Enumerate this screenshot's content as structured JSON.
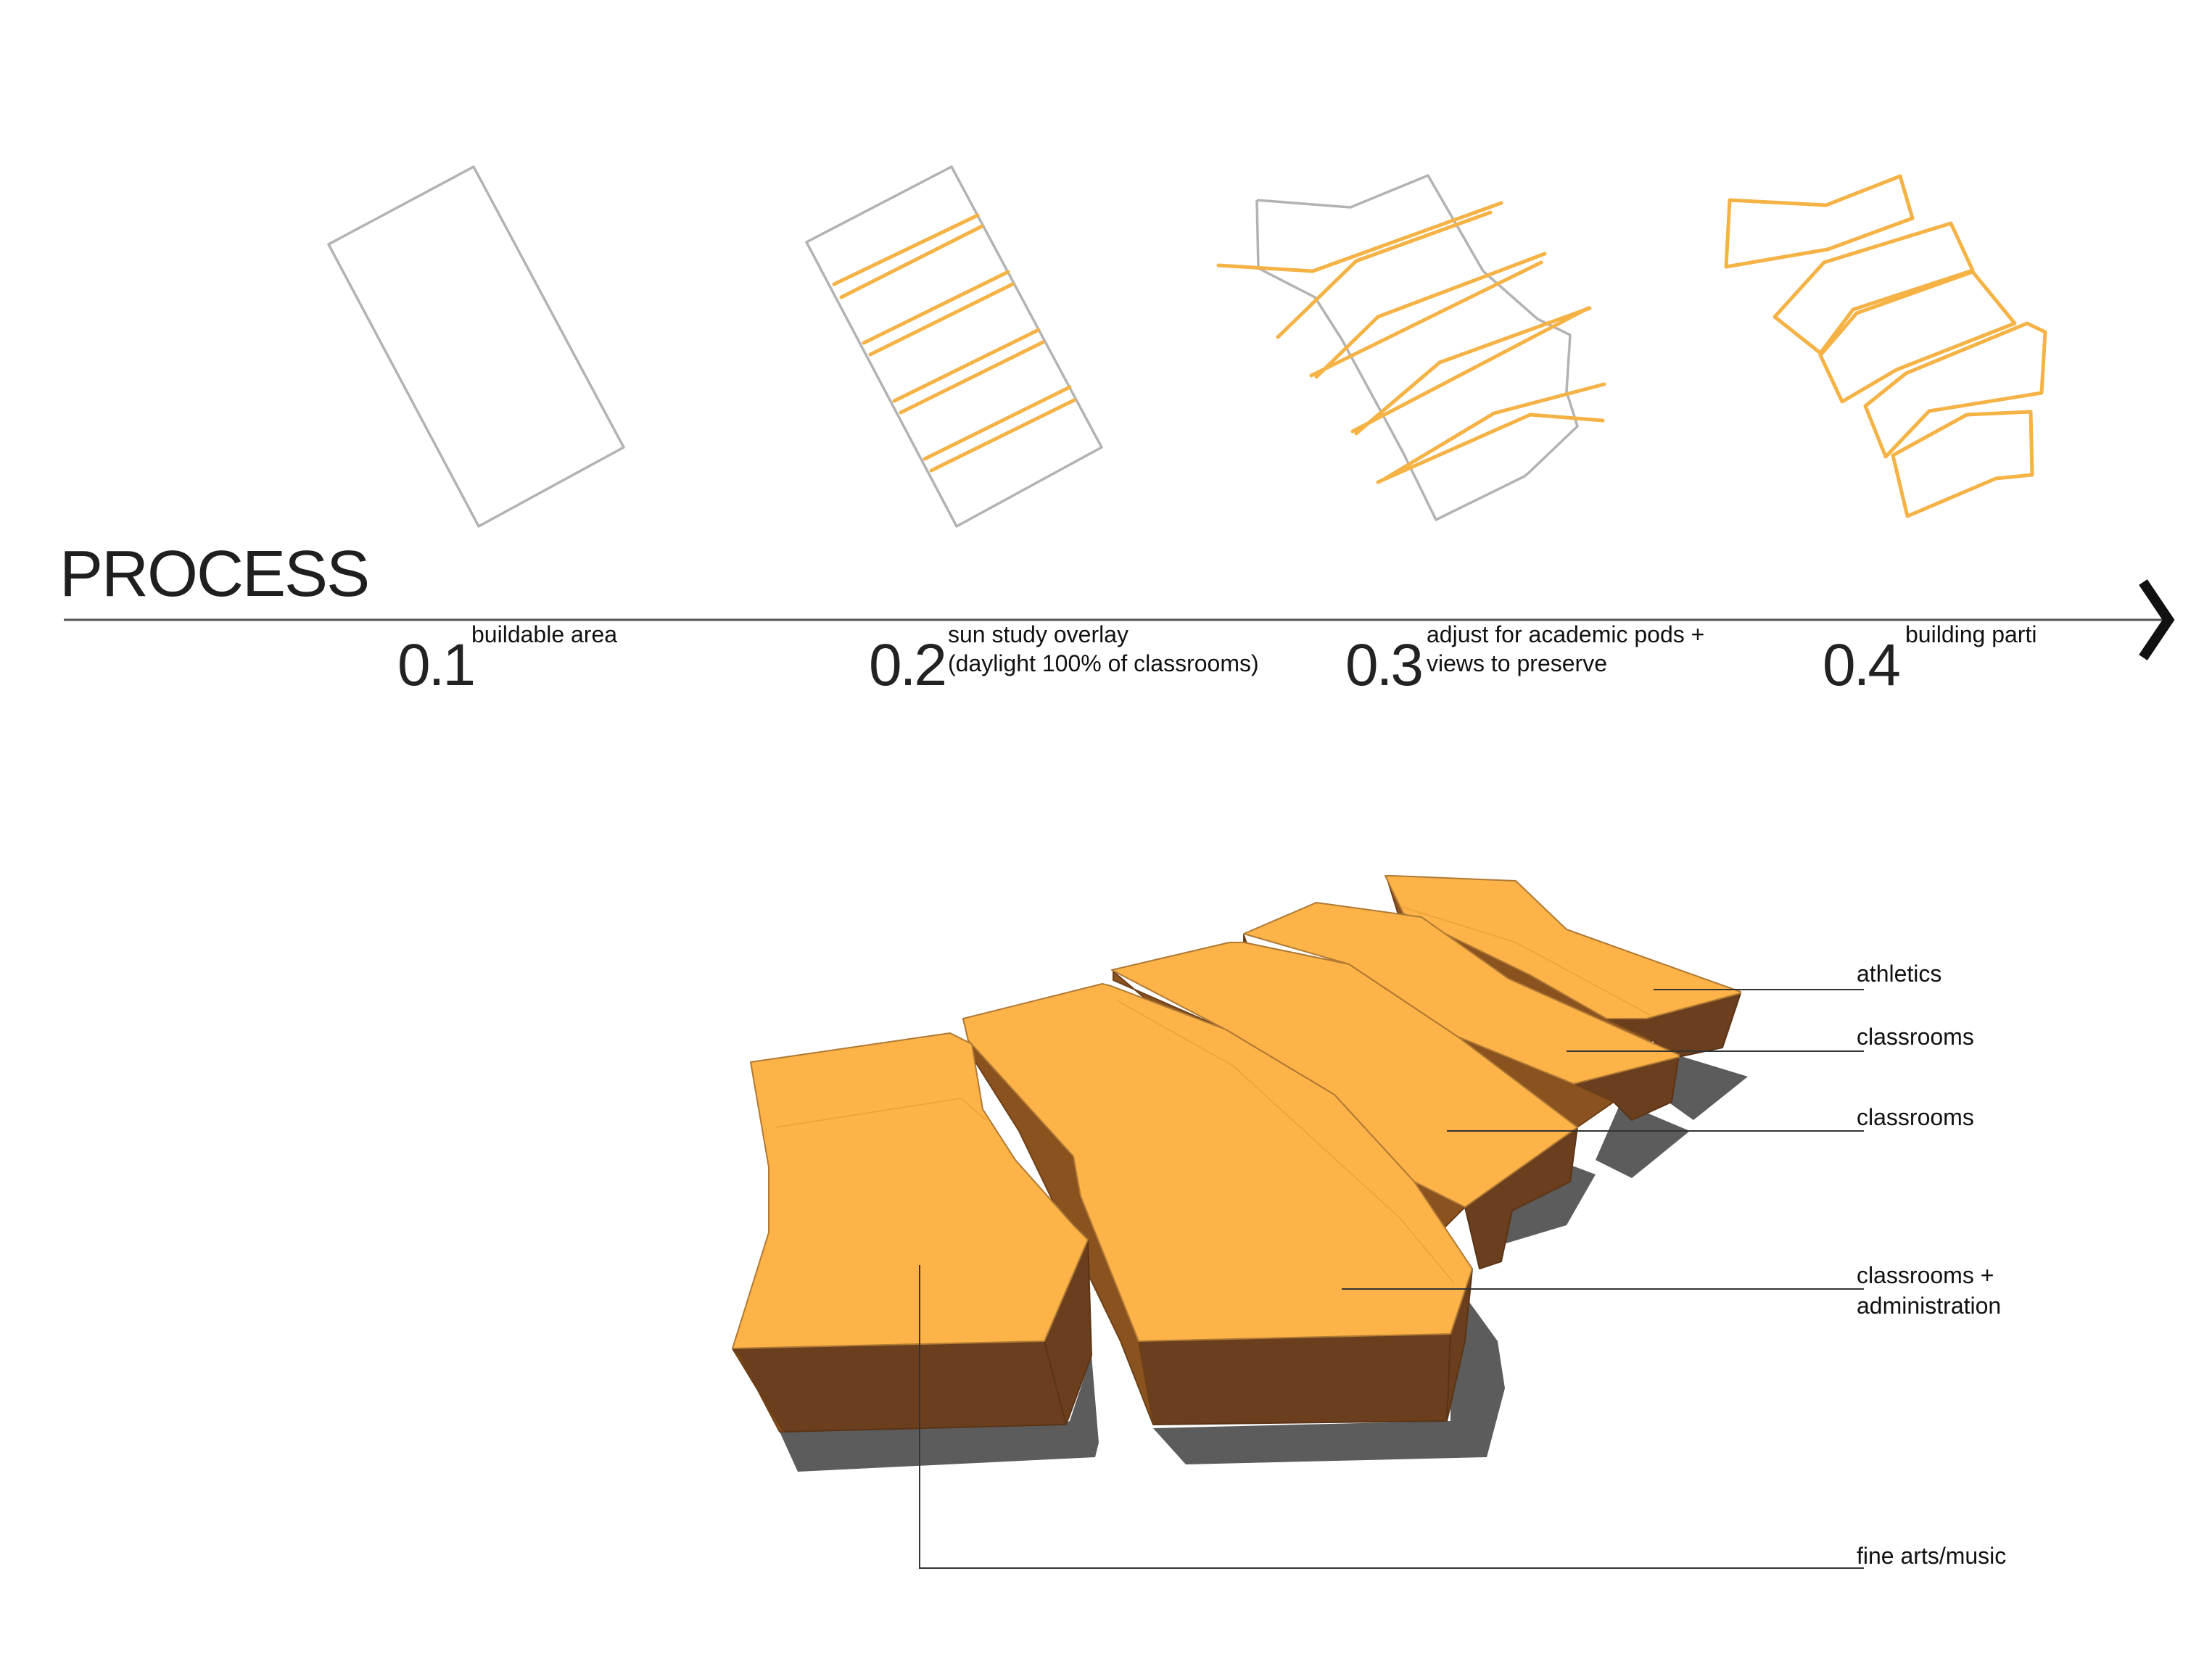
{
  "title": "PROCESS",
  "steps": [
    {
      "number": "0.1",
      "caption_lines": [
        "buildable area"
      ]
    },
    {
      "number": "0.2",
      "caption_lines": [
        "sun study overlay",
        "(daylight 100% of classrooms)"
      ]
    },
    {
      "number": "0.3",
      "caption_lines": [
        "adjust for academic pods +",
        "views to preserve"
      ]
    },
    {
      "number": "0.4",
      "caption_lines": [
        "building parti"
      ]
    }
  ],
  "massing_labels": [
    {
      "lines": [
        "athletics"
      ]
    },
    {
      "lines": [
        "classrooms"
      ]
    },
    {
      "lines": [
        "classrooms"
      ]
    },
    {
      "lines": [
        "classrooms +",
        "administration"
      ]
    },
    {
      "lines": [
        "fine arts/music"
      ]
    }
  ],
  "colors": {
    "accent_orange": "#f5b245",
    "outline_grey": "#b3b3b3",
    "volume_top": "#fdb347",
    "volume_side": "#6b3f1d",
    "shadow": "#5c5c5c"
  },
  "icons": {
    "arrowhead": "chevron-right-icon"
  }
}
